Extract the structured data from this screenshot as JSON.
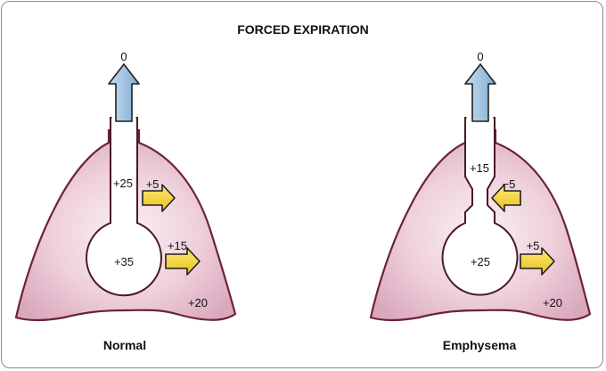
{
  "title": "FORCED EXPIRATION",
  "panels": [
    {
      "caption": "Normal",
      "airway_opening": "0",
      "upper_airway": "+25",
      "upper_arrow": "+5",
      "alveolus": "+35",
      "lower_arrow": "+15",
      "pleural": "+20"
    },
    {
      "caption": "Emphysema",
      "airway_opening": "0",
      "upper_airway": "+15",
      "upper_arrow": "−5",
      "alveolus": "+25",
      "lower_arrow": "+5",
      "pleural": "+20"
    }
  ],
  "colors": {
    "lung_fill_center": "#f7e7ee",
    "lung_fill_edge": "#d8a7bd",
    "lung_outline": "#6b2434",
    "exhale_arrow": "#9cc3e2",
    "pressure_arrow": "#f2d43c"
  }
}
